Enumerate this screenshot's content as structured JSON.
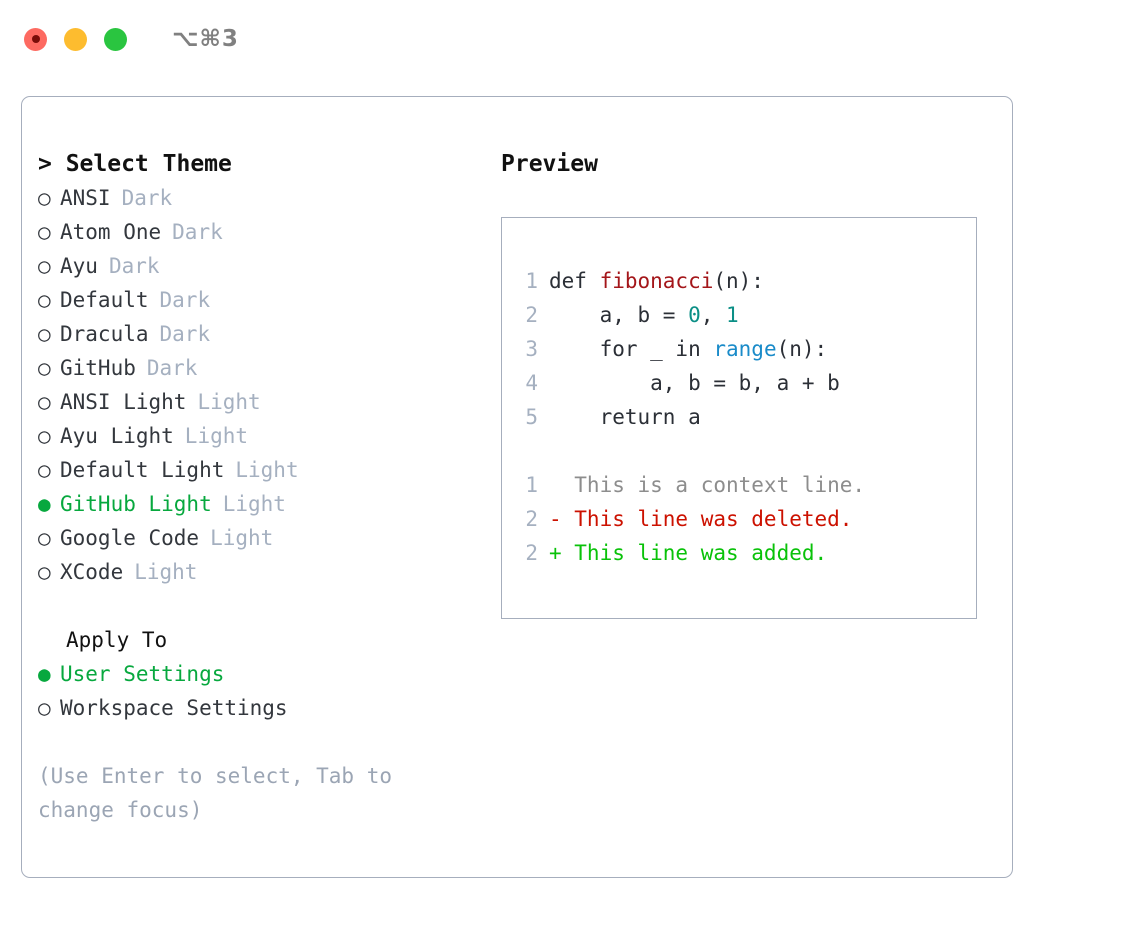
{
  "titlebar": {
    "traffic_lights": [
      {
        "name": "close",
        "color": "#fd6a61"
      },
      {
        "name": "minimize",
        "color": "#fdbc2f"
      },
      {
        "name": "maximize",
        "color": "#2ac540"
      }
    ],
    "shortcut_hint": "⌥⌘3"
  },
  "theme_picker": {
    "header": "> Select Theme",
    "selected_theme": "GitHub Light",
    "selected_color": "#07a83e",
    "items": [
      {
        "bullet": "○",
        "name": "ANSI",
        "tag": "Dark",
        "selected": false
      },
      {
        "bullet": "○",
        "name": "Atom One",
        "tag": "Dark",
        "selected": false
      },
      {
        "bullet": "○",
        "name": "Ayu",
        "tag": "Dark",
        "selected": false
      },
      {
        "bullet": "○",
        "name": "Default",
        "tag": "Dark",
        "selected": false
      },
      {
        "bullet": "○",
        "name": "Dracula",
        "tag": "Dark",
        "selected": false
      },
      {
        "bullet": "○",
        "name": "GitHub",
        "tag": "Dark",
        "selected": false
      },
      {
        "bullet": "○",
        "name": "ANSI Light",
        "tag": "Light",
        "selected": false
      },
      {
        "bullet": "○",
        "name": "Ayu Light",
        "tag": "Light",
        "selected": false
      },
      {
        "bullet": "○",
        "name": "Default Light",
        "tag": "Light",
        "selected": false
      },
      {
        "bullet": "●",
        "name": "GitHub Light",
        "tag": "Light",
        "selected": true
      },
      {
        "bullet": "○",
        "name": "Google Code",
        "tag": "Light",
        "selected": false
      },
      {
        "bullet": "○",
        "name": "XCode",
        "tag": "Light",
        "selected": false
      }
    ]
  },
  "apply_to": {
    "label": "Apply To",
    "selected_option": "User Settings",
    "options": [
      {
        "bullet": "●",
        "name": "User Settings",
        "selected": true
      },
      {
        "bullet": "○",
        "name": "Workspace Settings",
        "selected": false
      }
    ]
  },
  "hint": "(Use Enter to select, Tab to change focus)",
  "preview": {
    "header": "Preview",
    "code_lines": [
      {
        "lineno": "1",
        "segments": [
          {
            "text": "def ",
            "style": "plain"
          },
          {
            "text": "fibonacci",
            "style": "fn"
          },
          {
            "text": "(n):",
            "style": "plain"
          }
        ]
      },
      {
        "lineno": "2",
        "segments": [
          {
            "text": "    a, b = ",
            "style": "plain"
          },
          {
            "text": "0",
            "style": "num"
          },
          {
            "text": ", ",
            "style": "plain"
          },
          {
            "text": "1",
            "style": "num"
          }
        ]
      },
      {
        "lineno": "3",
        "segments": [
          {
            "text": "    for _ in ",
            "style": "plain"
          },
          {
            "text": "range",
            "style": "builtin"
          },
          {
            "text": "(n):",
            "style": "plain"
          }
        ]
      },
      {
        "lineno": "4",
        "segments": [
          {
            "text": "        a, b = b, a + b",
            "style": "plain"
          }
        ]
      },
      {
        "lineno": "5",
        "segments": [
          {
            "text": "    return a",
            "style": "plain"
          }
        ]
      }
    ],
    "diff_lines": [
      {
        "lineno": "1",
        "marker": " ",
        "text": "  This is a context line.",
        "kind": "ctx"
      },
      {
        "lineno": "2",
        "marker": " ",
        "text": "- This line was deleted.",
        "kind": "del"
      },
      {
        "lineno": "2",
        "marker": " ",
        "text": "+ This line was added.",
        "kind": "add"
      }
    ]
  }
}
